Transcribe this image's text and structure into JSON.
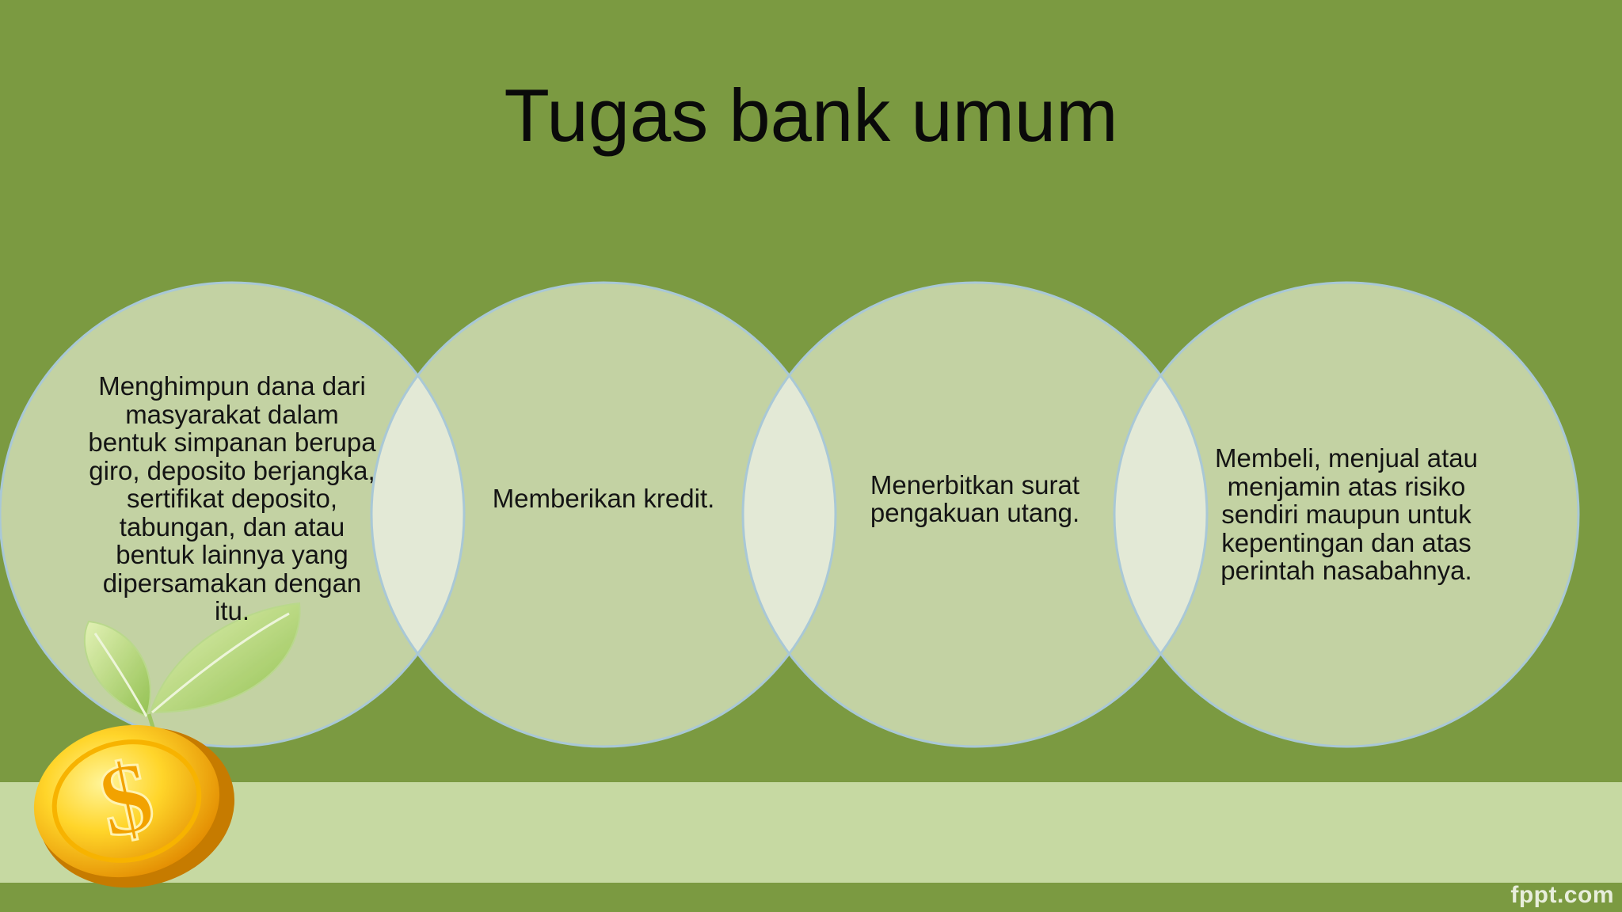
{
  "title": "Tugas bank umum",
  "items": [
    {
      "text": "Menghimpun dana dari masyarakat dalam bentuk simpanan berupa giro, deposito berjangka, sertifikat deposito, tabungan, dan atau bentuk lainnya yang dipersamakan dengan itu."
    },
    {
      "text": "Memberikan kredit."
    },
    {
      "text": "Menerbitkan surat pengakuan utang."
    },
    {
      "text": "Membeli, menjual atau menjamin atas risiko sendiri maupun untuk kepentingan dan atas perintah nasabahnya."
    }
  ],
  "footer": "fppt.com",
  "colors": {
    "background": "#7b9a41",
    "band": "#c6d9a2",
    "circle": "#c5d4a6",
    "circle_stroke": "#a9c8d6",
    "overlap": "#e3e9d6"
  },
  "icons": [
    "leaf-icon",
    "dollar-coin-icon"
  ]
}
